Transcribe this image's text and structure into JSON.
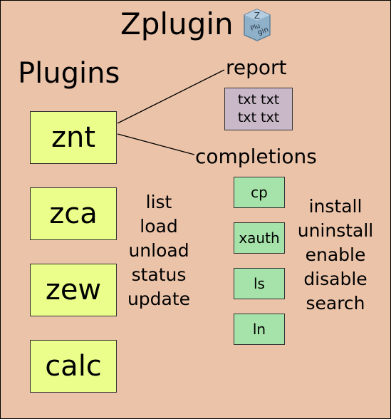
{
  "title": "Zplugin",
  "logo": {
    "icon": "zplugin-logo-icon",
    "text_top": "Plu",
    "text_bottom": "gin",
    "letter": "Z",
    "color": "#8fb0c9"
  },
  "plugins_heading": "Plugins",
  "plugins": [
    "znt",
    "zca",
    "zew",
    "calc"
  ],
  "report_label": "report",
  "report_box": [
    "txt txt",
    "txt txt"
  ],
  "completions_label": "completions",
  "completions": [
    "cp",
    "xauth",
    "ls",
    "ln"
  ],
  "plugin_commands": [
    "list",
    "load",
    "unload",
    "status",
    "update"
  ],
  "completion_commands": [
    "install",
    "uninstall",
    "enable",
    "disable",
    "search"
  ],
  "colors": {
    "background": "#ebc3a9",
    "plugin_box": "#ebfe8c",
    "completion_box": "#a6e3aa",
    "report_box": "#c9b8c8"
  }
}
